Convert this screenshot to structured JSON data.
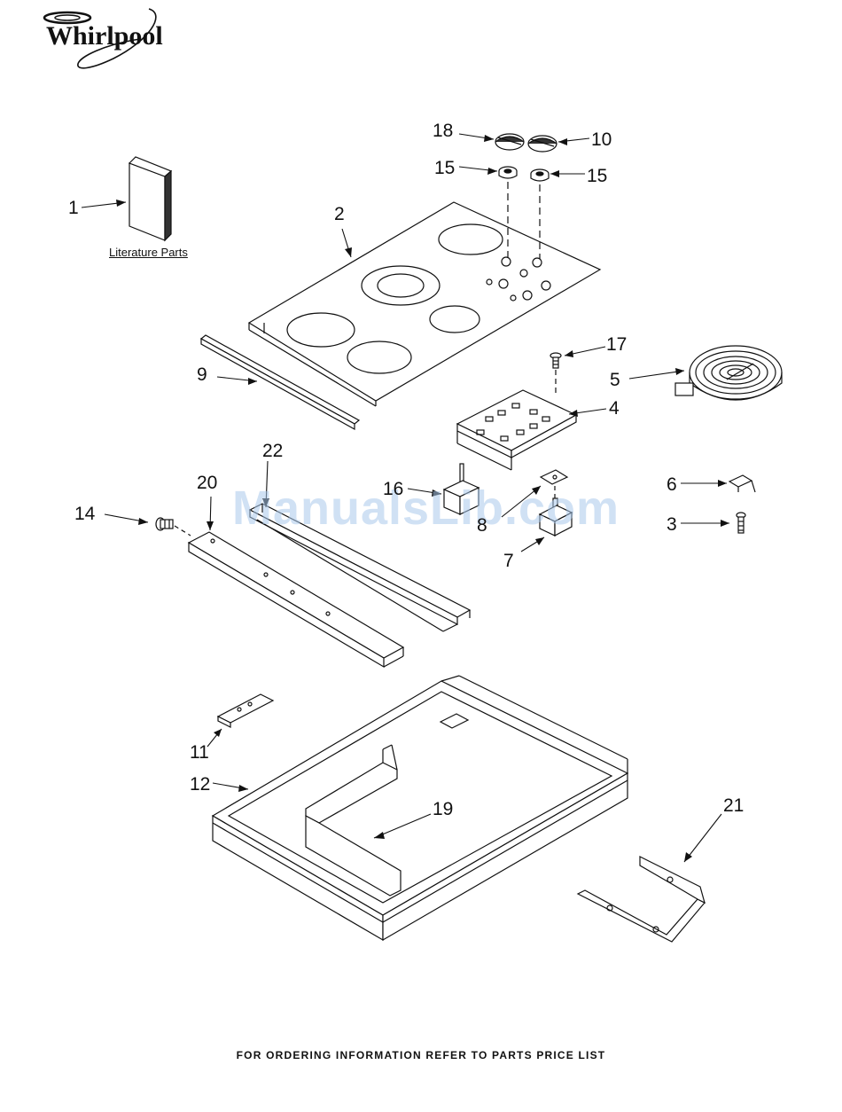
{
  "brand": {
    "logo_text": "Whirlpool"
  },
  "literature_label": "Literature Parts",
  "watermark": "ManualsLib.com",
  "footer": "FOR ORDERING INFORMATION REFER TO PARTS PRICE LIST",
  "callouts": {
    "p1": "1",
    "p2": "2",
    "p3": "3",
    "p4": "4",
    "p5": "5",
    "p6": "6",
    "p7": "7",
    "p8": "8",
    "p9": "9",
    "p10": "10",
    "p11": "11",
    "p12": "12",
    "p14": "14",
    "p15a": "15",
    "p15b": "15",
    "p16": "16",
    "p17": "17",
    "p18": "18",
    "p19": "19",
    "p20": "20",
    "p21": "21",
    "p22": "22"
  },
  "colors": {
    "line": "#111111",
    "watermark": "#aac8eb"
  }
}
